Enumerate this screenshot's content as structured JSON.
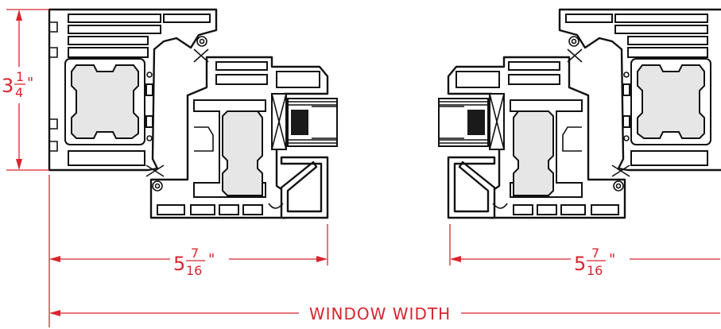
{
  "dimensions": {
    "frame_height": {
      "whole": "3",
      "numerator": "1",
      "denominator": "4",
      "unit": "\""
    },
    "left_section_width": {
      "whole": "5",
      "numerator": "7",
      "denominator": "16",
      "unit": "\""
    },
    "right_section_width": {
      "whole": "5",
      "numerator": "7",
      "denominator": "16",
      "unit": "\""
    },
    "overall_label": "WINDOW WIDTH"
  },
  "colors": {
    "profile_stroke": "#111111",
    "dimension_lines": "#d8252e",
    "insulation_fill": "#e6e6e6",
    "glass_fill": "#1a1a1a"
  }
}
